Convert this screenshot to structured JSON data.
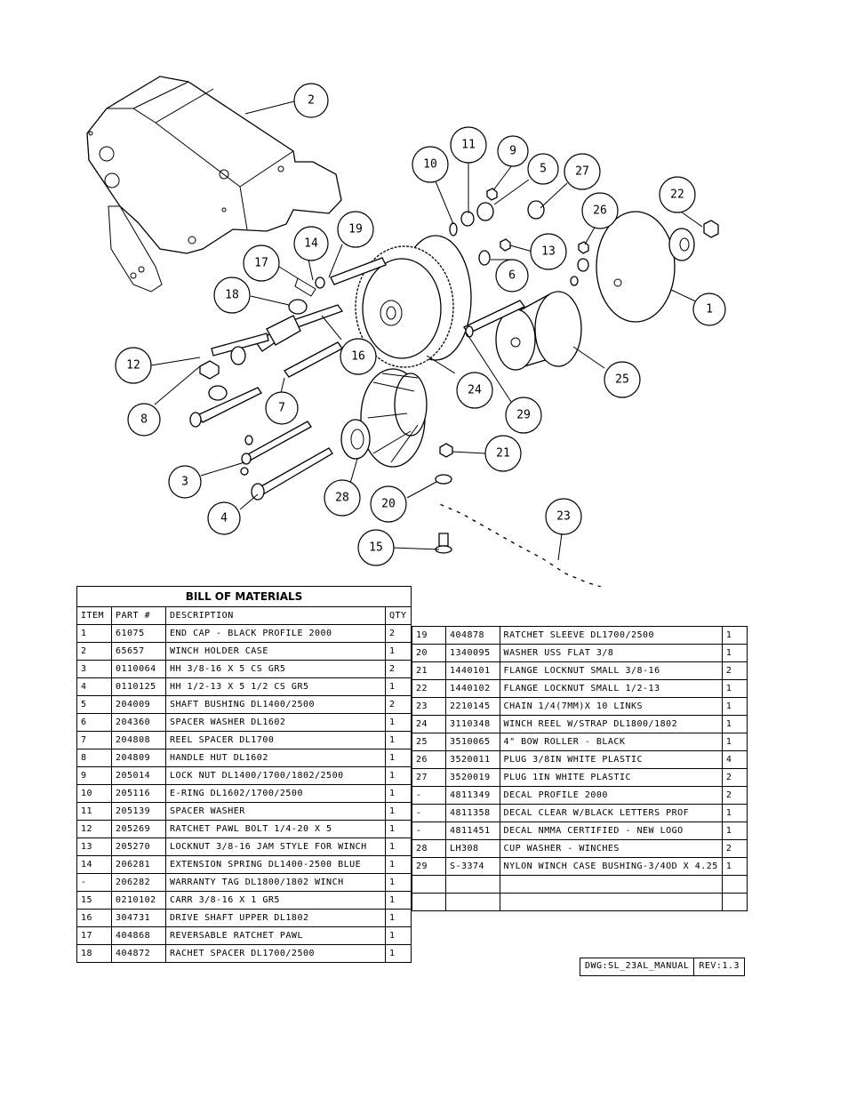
{
  "balloons": [
    {
      "label": "2"
    },
    {
      "label": "11"
    },
    {
      "label": "9"
    },
    {
      "label": "10"
    },
    {
      "label": "5"
    },
    {
      "label": "27"
    },
    {
      "label": "22"
    },
    {
      "label": "26"
    },
    {
      "label": "19"
    },
    {
      "label": "14"
    },
    {
      "label": "13"
    },
    {
      "label": "17"
    },
    {
      "label": "6"
    },
    {
      "label": "18"
    },
    {
      "label": "1"
    },
    {
      "label": "16"
    },
    {
      "label": "12"
    },
    {
      "label": "25"
    },
    {
      "label": "24"
    },
    {
      "label": "7"
    },
    {
      "label": "8"
    },
    {
      "label": "29"
    },
    {
      "label": "21"
    },
    {
      "label": "3"
    },
    {
      "label": "28"
    },
    {
      "label": "20"
    },
    {
      "label": "4"
    },
    {
      "label": "23"
    },
    {
      "label": "15"
    }
  ],
  "bom": {
    "title": "BILL OF MATERIALS",
    "headers": {
      "item": "ITEM",
      "part": "PART #",
      "desc": "DESCRIPTION",
      "qty": "QTY"
    },
    "left_rows": [
      {
        "item": "1",
        "part": "61075",
        "desc": "END CAP - BLACK PROFILE 2000",
        "qty": "2"
      },
      {
        "item": "2",
        "part": "65657",
        "desc": "WINCH HOLDER CASE",
        "qty": "1"
      },
      {
        "item": "3",
        "part": "0110064",
        "desc": "HH 3/8-16 X 5 CS GR5",
        "qty": "2"
      },
      {
        "item": "4",
        "part": "0110125",
        "desc": "HH 1/2-13 X 5 1/2 CS GR5",
        "qty": "1"
      },
      {
        "item": "5",
        "part": "204009",
        "desc": "SHAFT BUSHING  DL1400/2500",
        "qty": "2"
      },
      {
        "item": "6",
        "part": "204360",
        "desc": "SPACER WASHER  DL1602",
        "qty": "1"
      },
      {
        "item": "7",
        "part": "204808",
        "desc": "REEL SPACER  DL1700",
        "qty": "1"
      },
      {
        "item": "8",
        "part": "204809",
        "desc": "HANDLE HUT  DL1602",
        "qty": "1"
      },
      {
        "item": "9",
        "part": "205014",
        "desc": "LOCK NUT  DL1400/1700/1802/2500",
        "qty": "1"
      },
      {
        "item": "10",
        "part": "205116",
        "desc": "E-RING DL1602/1700/2500",
        "qty": "1"
      },
      {
        "item": "11",
        "part": "205139",
        "desc": "SPACER WASHER",
        "qty": "1"
      },
      {
        "item": "12",
        "part": "205269",
        "desc": "RATCHET PAWL BOLT 1/4-20 X 5",
        "qty": "1"
      },
      {
        "item": "13",
        "part": "205270",
        "desc": "LOCKNUT 3/8-16 JAM STYLE FOR WINCH",
        "qty": "1"
      },
      {
        "item": "14",
        "part": "206281",
        "desc": "EXTENSION SPRING DL1400-2500 BLUE",
        "qty": "1"
      },
      {
        "item": "-",
        "part": "206282",
        "desc": "WARRANTY TAG DL1800/1802 WINCH",
        "qty": "1"
      },
      {
        "item": "15",
        "part": "0210102",
        "desc": "CARR 3/8-16 X 1 GR5",
        "qty": "1"
      },
      {
        "item": "16",
        "part": "304731",
        "desc": "DRIVE SHAFT UPPER  DL1802",
        "qty": "1"
      },
      {
        "item": "17",
        "part": "404868",
        "desc": "REVERSABLE RATCHET PAWL",
        "qty": "1"
      },
      {
        "item": "18",
        "part": "404872",
        "desc": "RACHET SPACER  DL1700/2500",
        "qty": "1"
      }
    ],
    "right_rows": [
      {
        "item": "19",
        "part": "404878",
        "desc": "RATCHET SLEEVE  DL1700/2500",
        "qty": "1"
      },
      {
        "item": "20",
        "part": "1340095",
        "desc": "WASHER USS FLAT 3/8",
        "qty": "1"
      },
      {
        "item": "21",
        "part": "1440101",
        "desc": "FLANGE LOCKNUT SMALL 3/8-16",
        "qty": "2"
      },
      {
        "item": "22",
        "part": "1440102",
        "desc": "FLANGE LOCKNUT SMALL 1/2-13",
        "qty": "1"
      },
      {
        "item": "23",
        "part": "2210145",
        "desc": "CHAIN 1/4(7MM)X 10 LINKS",
        "qty": "1"
      },
      {
        "item": "24",
        "part": "3110348",
        "desc": "WINCH REEL W/STRAP  DL1800/1802",
        "qty": "1"
      },
      {
        "item": "25",
        "part": "3510065",
        "desc": "4\" BOW ROLLER - BLACK",
        "qty": "1"
      },
      {
        "item": "26",
        "part": "3520011",
        "desc": "PLUG  3/8IN WHITE PLASTIC",
        "qty": "4"
      },
      {
        "item": "27",
        "part": "3520019",
        "desc": "PLUG  1IN WHITE PLASTIC",
        "qty": "2"
      },
      {
        "item": "-",
        "part": "4811349",
        "desc": "DECAL PROFILE 2000",
        "qty": "2"
      },
      {
        "item": "-",
        "part": "4811358",
        "desc": "DECAL CLEAR W/BLACK LETTERS PROF",
        "qty": "1"
      },
      {
        "item": "-",
        "part": "4811451",
        "desc": "DECAL NMMA CERTIFIED - NEW LOGO",
        "qty": "1"
      },
      {
        "item": "28",
        "part": "LH308",
        "desc": "CUP WASHER - WINCHES",
        "qty": "2"
      },
      {
        "item": "29",
        "part": "S-3374",
        "desc": "NYLON WINCH CASE BUSHING-3/4OD X 4.25",
        "qty": "1"
      },
      {
        "item": "",
        "part": "",
        "desc": "",
        "qty": ""
      },
      {
        "item": "",
        "part": "",
        "desc": "",
        "qty": ""
      }
    ]
  },
  "title_block": {
    "dwg": "DWG:SL_23AL_MANUAL",
    "rev": "REV:1.3"
  }
}
